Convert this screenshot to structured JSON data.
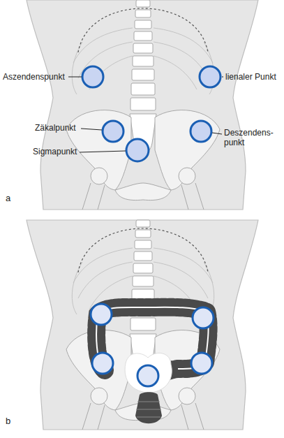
{
  "diagram": {
    "labels": [
      "Aszendenspunkt",
      "lienaler Punkt",
      "Zäkalpunkt",
      "Sigmapunkt",
      "Deszendens- punkt",
      "a",
      "b"
    ]
  }
}
